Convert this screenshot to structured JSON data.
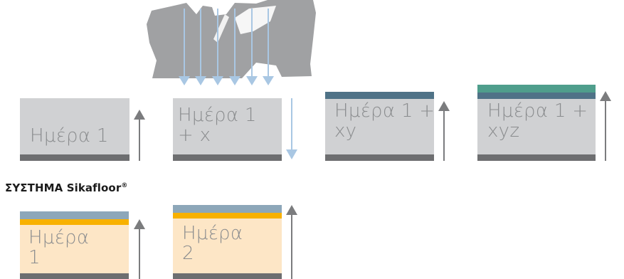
{
  "colors": {
    "box_grey": "#d0d1d3",
    "box_cream": "#fde6c6",
    "base_dark": "#6d6e70",
    "arrow_grey": "#7b7c7e",
    "arrow_blue": "#a9c7e3",
    "layer_steel_blue": "#4f7287",
    "layer_teal": "#4f9e8c",
    "layer_orange": "#f8b100",
    "layer_light_blue": "#8da7b9",
    "label_text": "#8a8c8e",
    "person_silhouette": "#a0a1a3"
  },
  "icons": {
    "person": "person-silhouette-icon",
    "rain": "rain-arrows-icon"
  },
  "top_row": [
    {
      "label": "Ημέρα 1",
      "arrow": "up"
    },
    {
      "label": "Ημέρα 1\n+ x",
      "arrow": "down"
    },
    {
      "label": "Ημέρα 1 +\nxy",
      "arrow": "up"
    },
    {
      "label": "Ημέρα 1 +\nxyz",
      "arrow": "up"
    }
  ],
  "section_title": {
    "text": "ΣΥΣΤΗΜΑ Sikafloor",
    "mark": "®"
  },
  "bottom_row": [
    {
      "label": "Ημέρα\n1",
      "arrow": "up"
    },
    {
      "label": "Ημέρα\n2",
      "arrow": "up"
    }
  ]
}
